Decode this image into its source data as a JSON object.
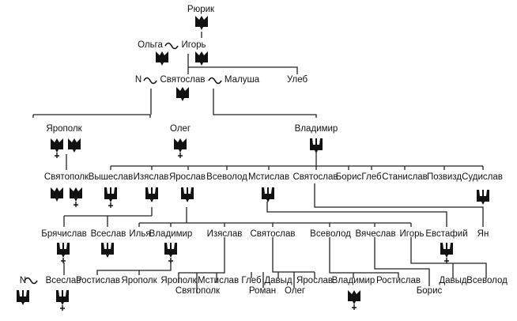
{
  "title": "Генеалогическое древо Рюриковичей",
  "marriage_symbol": "∾",
  "people": {
    "rurik": "Рюрик",
    "olga": "Ольга",
    "igor": "Игорь",
    "n1": "N",
    "svyatoslav": "Святослав",
    "malusha": "Малуша",
    "uleb": "Улеб",
    "yaropolk": "Ярополк",
    "oleg": "Олег",
    "vladimir": "Владимир",
    "svyatopolk": "Святополк",
    "vysheslav": "Вышеслав",
    "izyaslav": "Изяслав",
    "yaroslav": "Ярослав",
    "vsevolod": "Всеволод",
    "mstislav": "Мстислав",
    "svyatoslav2": "Святослав",
    "boris": "Борис",
    "gleb": "Глеб",
    "stanislav": "Станислав",
    "pozvizd": "Позвизд",
    "sudislav": "Судислав",
    "bryachislav": "Брячислав",
    "vseslav1": "Всеслав",
    "ilya": "Илья",
    "vladimir2": "Владимир",
    "izyaslav2": "Изяслав",
    "svyatoslav3": "Святослав",
    "vsevolod2": "Всеволод",
    "vyacheslav": "Вячеслав",
    "igor2": "Игорь",
    "evstafiy": "Евстафий",
    "yan": "Ян",
    "n2": "N",
    "vseslav2": "Всеслав",
    "rostislav1": "Ростислав",
    "yaropolk2": "Ярополк",
    "yaropolk3": "Ярополк",
    "svyatopolk2": "Святополк",
    "mstislav2": "Мстислав",
    "gleb2": "Глеб",
    "roman": "Роман",
    "davyd1": "Давыд",
    "oleg2": "Олег",
    "yaroslav2": "Ярослав",
    "vladimir3": "Владимир",
    "rostislav2": "Ростислав",
    "boris2": "Борис",
    "davyd2": "Давыд",
    "vsevolod3": "Всеволод"
  }
}
